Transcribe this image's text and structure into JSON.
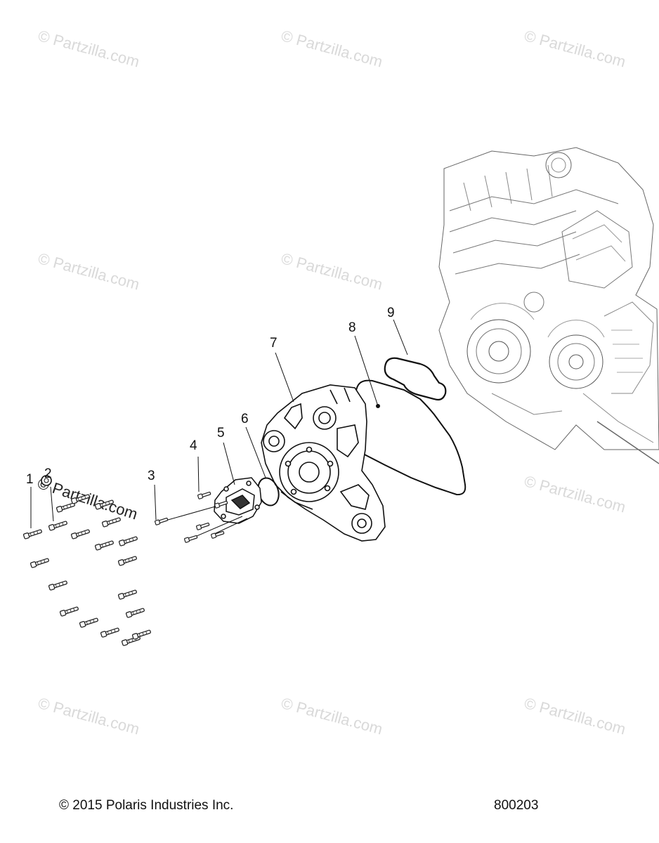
{
  "watermark": {
    "text": "© Partzilla.com"
  },
  "callouts": [
    "1",
    "2",
    "3",
    "4",
    "5",
    "6",
    "7",
    "8",
    "9"
  ],
  "footer": {
    "copyright": "© 2015 Polaris Industries Inc.",
    "figure_number": "800203"
  }
}
